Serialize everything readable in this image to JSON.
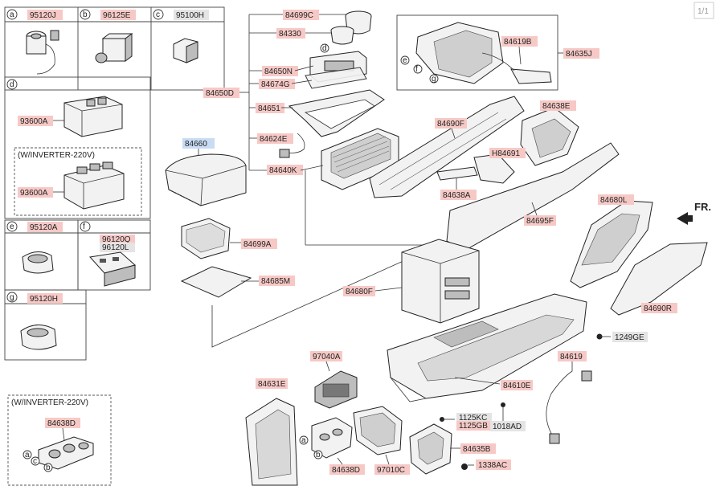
{
  "page_indicator": "1/1",
  "direction_label": "FR.",
  "left_panel": {
    "cells": [
      {
        "letter": "a",
        "part": "95120J"
      },
      {
        "letter": "b",
        "part": "96125E"
      },
      {
        "letter": "c",
        "part": "95100H"
      }
    ],
    "section_d": {
      "letter": "d",
      "part_top": "93600A",
      "inverter_note": "(W/INVERTER-220V)",
      "part_bottom": "93600A"
    },
    "cell_e": {
      "letter": "e",
      "part": "95120A"
    },
    "cell_f": {
      "letter": "f",
      "part1": "96120Q",
      "part2": "96120L"
    },
    "cell_g": {
      "letter": "g",
      "part": "95120H"
    }
  },
  "inverter_box": {
    "note": "(W/INVERTER-220V)",
    "part": "84638D",
    "callouts": [
      "a",
      "b",
      "c"
    ]
  },
  "labels": {
    "p84699C": "84699C",
    "p84330": "84330",
    "p84650N": "84650N",
    "p84674G": "84674G",
    "p84650D": "84650D",
    "p84651": "84651",
    "p84624E": "84624E",
    "p84640K": "84640K",
    "p84660": "84660",
    "p84699A": "84699A",
    "p84685M": "84685M",
    "p84619B": "84619B",
    "p84635J": "84635J",
    "p84638E": "84638E",
    "p84690F": "84690F",
    "pH84691": "H84691",
    "p84638A": "84638A",
    "p84695F": "84695F",
    "p84680L": "84680L",
    "p84690R": "84690R",
    "p84680F": "84680F",
    "p1249GE": "1249GE",
    "p84619": "84619",
    "p84610E": "84610E",
    "p97040A": "97040A",
    "p84631E": "84631E",
    "p1125KC": "1125KC",
    "p1125GB": "1125GB",
    "p1018AD": "1018AD",
    "p84635B": "84635B",
    "p1338AC": "1338AC",
    "p84638D": "84638D",
    "p97010C": "97010C"
  },
  "callout_letters": {
    "d": "d",
    "e": "e",
    "f": "f",
    "g": "g",
    "a": "a",
    "b": "b"
  }
}
